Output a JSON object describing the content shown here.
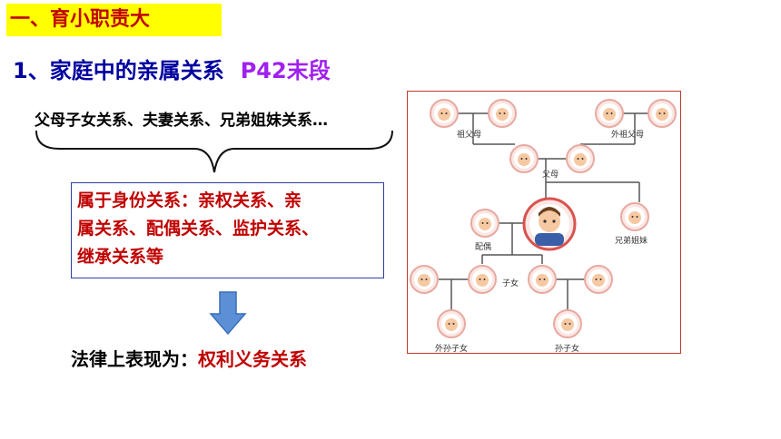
{
  "title": "一、育小职责大",
  "heading": {
    "text": "1、家庭中的亲属关系",
    "page_ref": "P42末段"
  },
  "relations_text": "父母子女关系、夫妻关系、兄弟姐妹关系…",
  "identity_box": {
    "lines": [
      "属于身份关系：亲权关系、亲",
      "属关系、配偶关系、监护关系、",
      "继承关系等"
    ]
  },
  "law": {
    "label": "法律上表现为：",
    "value": "权利义务关系"
  },
  "family_tree": {
    "labels": {
      "paternal_grandparents": "祖父母",
      "maternal_grandparents": "外祖父母",
      "parents": "父母",
      "spouse": "配偶",
      "siblings": "兄弟姐妹",
      "children": "子女",
      "daughters_children": "外孙子女",
      "sons_children": "孙子女"
    }
  },
  "icons": [
    "down-arrow-icon",
    "brace-icon",
    "avatar-icon"
  ],
  "colors": {
    "title_bg": "#ffff00",
    "title_text": "#c00000",
    "heading": "#0000a0",
    "page_ref": "#a020f0",
    "accent_red": "#c00000",
    "box_border": "#2e3f9e",
    "arrow": "#5b8fd6"
  }
}
